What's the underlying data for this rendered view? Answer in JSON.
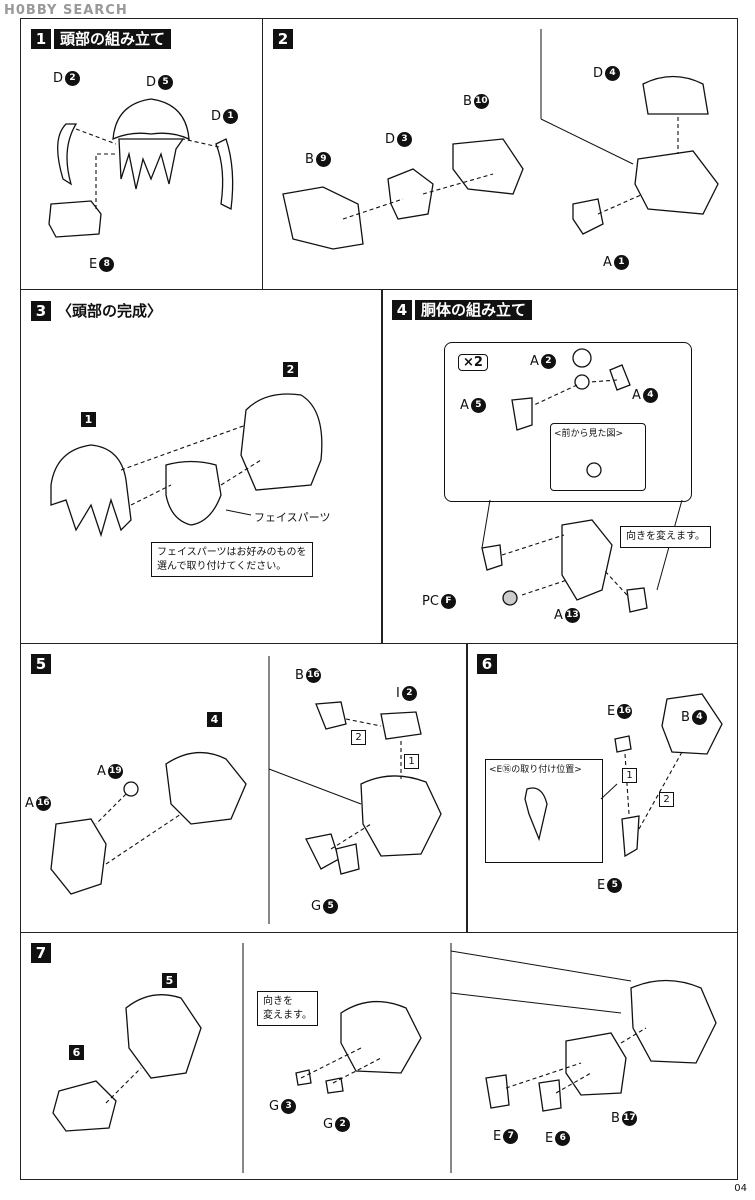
{
  "watermark": "H0BBY SEARCH",
  "page_number": "04",
  "panels": {
    "p1": {
      "num": "1",
      "title": "頭部の組み立て",
      "labels": {
        "d2": [
          "D",
          "2"
        ],
        "d5": [
          "D",
          "5"
        ],
        "d1": [
          "D",
          "1"
        ],
        "e8": [
          "E",
          "8"
        ]
      }
    },
    "p2": {
      "num": "2",
      "labels": {
        "d4": [
          "D",
          "4"
        ],
        "b10": [
          "B",
          "10"
        ],
        "d3": [
          "D",
          "3"
        ],
        "b9": [
          "B",
          "9"
        ],
        "a1": [
          "A",
          "1"
        ]
      }
    },
    "p3": {
      "num": "3",
      "title": "〈頭部の完成〉",
      "tag1": "1",
      "tag2": "2",
      "face_label": "フェイスパーツ",
      "note": "フェイスパーツはお好みのものを\n選んで取り付けてください。"
    },
    "p4": {
      "num": "4",
      "title": "胴体の組み立て",
      "times": "×2",
      "front_view": "<前から見た図>",
      "turn_note": "向きを変えます。",
      "labels": {
        "a2": [
          "A",
          "2"
        ],
        "a5": [
          "A",
          "5"
        ],
        "a4": [
          "A",
          "4"
        ],
        "pcf": [
          "PC",
          "F"
        ],
        "a13": [
          "A",
          "13"
        ]
      }
    },
    "p5": {
      "num": "5",
      "tag4": "4",
      "labels": {
        "a19": [
          "A",
          "19"
        ],
        "a16": [
          "A",
          "16"
        ],
        "b16": [
          "B",
          "16"
        ],
        "i2": [
          "I",
          "2"
        ],
        "g5": [
          "G",
          "5"
        ]
      },
      "order1": "1",
      "order2": "2"
    },
    "p6": {
      "num": "6",
      "position_title": "<E⑯の取り付け位置>",
      "labels": {
        "e16": [
          "E",
          "16"
        ],
        "b4": [
          "B",
          "4"
        ],
        "e5": [
          "E",
          "5"
        ]
      },
      "order1": "1",
      "order2": "2"
    },
    "p7": {
      "num": "7",
      "tag5": "5",
      "tag6": "6",
      "turn_note": "向きを\n変えます。",
      "labels": {
        "g3": [
          "G",
          "3"
        ],
        "g2": [
          "G",
          "2"
        ],
        "e7": [
          "E",
          "7"
        ],
        "e6": [
          "E",
          "6"
        ],
        "b17": [
          "B",
          "17"
        ]
      }
    }
  }
}
